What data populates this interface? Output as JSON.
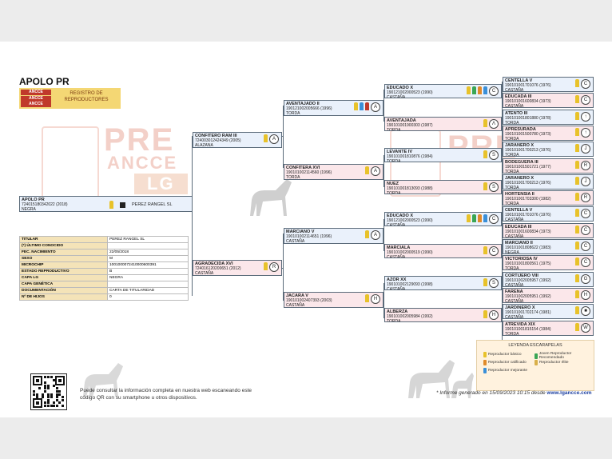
{
  "horse": {
    "name": "APOLO PR"
  },
  "logo": {
    "flag1": "ANCCE",
    "flag2": "ANCCE",
    "flag3": "ANCCE",
    "registry": "REGISTRO DE REPRODUCTORES"
  },
  "watermark": {
    "line1": "PRE",
    "line2": "ANCCE",
    "line3": "LG"
  },
  "subject": {
    "name": "APOLO PR",
    "id": "724015180342022 (2018)",
    "color": "NEGRA",
    "owner": "PEREZ RANGEL SL"
  },
  "gen1": [
    {
      "name": "CONFITERO RAM III",
      "id": "724003012424349 (2005)",
      "color": "ALAZANA"
    },
    {
      "name": "AGRADECIDA XVI",
      "id": "724016120200651 (2012)",
      "color": "CASTAÑA"
    }
  ],
  "gen2": [
    {
      "name": "AVENTAJADO II",
      "id": "190121002005666 (1996)",
      "color": "TORDA"
    },
    {
      "name": "CONFITERA XVI",
      "id": "190101002114560 (1996)",
      "color": "TORDA"
    },
    {
      "name": "MARCIANO V",
      "id": "190101002114651 (1996)",
      "color": "CASTAÑA"
    },
    {
      "name": "JACARA V",
      "id": "190101002407393 (2003)",
      "color": "CASTAÑA"
    }
  ],
  "gen3": [
    {
      "name": "EDUCADO X",
      "id": "190121002000523 (1990)",
      "color": "CASTAÑA"
    },
    {
      "name": "AVENTAJADA",
      "id": "190101001900303 (1987)",
      "color": "TORDA"
    },
    {
      "name": "LEVANTE IV",
      "id": "190101001810876 (1984)",
      "color": "TORDA"
    },
    {
      "name": "NUEZ",
      "id": "190101001813093 (1988)",
      "color": "TORDA"
    },
    {
      "name": "EDUCADO X",
      "id": "190121002000523 (1990)",
      "color": "CASTAÑA"
    },
    {
      "name": "MARCIALA",
      "id": "190101002000519 (1990)",
      "color": "CASTAÑA"
    },
    {
      "name": "AZOR XX",
      "id": "190101002129093 (1998)",
      "color": "CASTAÑA"
    },
    {
      "name": "ALBERZA",
      "id": "190101002005984 (1992)",
      "color": "TORDA"
    }
  ],
  "gen4": [
    {
      "name": "CENTELLA V",
      "id": "190101001701076 (1976)",
      "color": "CASTAÑA"
    },
    {
      "name": "EDUCADA III",
      "id": "190101001600834 (1973)",
      "color": "CASTAÑA"
    },
    {
      "name": "ATENTO III",
      "id": "190101001801880 (1978)",
      "color": "TORDA"
    },
    {
      "name": "APRESURADA",
      "id": "190101001500780 (1973)",
      "color": "TORDA"
    },
    {
      "name": "JARANERO X",
      "id": "190101001700213 (1976)",
      "color": "TORDA"
    },
    {
      "name": "BODEGUERA III",
      "id": "190101001501721 (1977)",
      "color": "TORDA"
    },
    {
      "name": "JARANERO X",
      "id": "190101001700213 (1976)",
      "color": "TORDA"
    },
    {
      "name": "HORTENSIA II",
      "id": "190101001703300 (1982)",
      "color": "TORDA"
    },
    {
      "name": "CENTELLA V",
      "id": "190101001701076 (1976)",
      "color": "CASTAÑA"
    },
    {
      "name": "EDUCADA III",
      "id": "190101001600834 (1973)",
      "color": "CASTAÑA"
    },
    {
      "name": "MARCIANO II",
      "id": "190101001808622 (1983)",
      "color": "NEGRA"
    },
    {
      "name": "VICTORIOSA IV",
      "id": "190101001800561 (1975)",
      "color": "TORDA"
    },
    {
      "name": "CORTIJERO VIII",
      "id": "190101002005957 (1992)",
      "color": "CASTAÑA"
    },
    {
      "name": "FARENA",
      "id": "190101002005951 (1992)",
      "color": "CASTAÑA"
    },
    {
      "name": "JARDINERO X",
      "id": "190101001702174 (1981)",
      "color": "CASTAÑA"
    },
    {
      "name": "ATREVIDA XIX",
      "id": "190101001815154 (1984)",
      "color": "TORDA"
    }
  ],
  "table": [
    {
      "k": "TITULAR",
      "v": "PEREZ RANGEL SL"
    },
    {
      "k": "(*) ÚLTIMO CONOCIDO",
      "v": ""
    },
    {
      "k": "FEC. NACIMIENTO",
      "v": "22/05/2018"
    },
    {
      "k": "SEXO",
      "v": "M"
    },
    {
      "k": "MICROCHIP",
      "v": "1001000072410000600391"
    },
    {
      "k": "ESTADO REPRODUCTIVO",
      "v": "B"
    },
    {
      "k": "CAPA LG",
      "v": "NEGRA"
    },
    {
      "k": "CAPA GENÉTICA",
      "v": ""
    },
    {
      "k": "DOCUMENTACIÓN",
      "v": "CARTA DE TITULARIDAD"
    },
    {
      "k": "Nº DE HIJOS",
      "v": "0"
    }
  ],
  "legend": {
    "title": "LEYENDA ESCARAPELAS",
    "items": [
      {
        "label": "Reproductor básico",
        "color": "#e8c22a"
      },
      {
        "label": "Joven Reproductor Recomendado",
        "color": "#3aa655"
      },
      {
        "label": "Reproductor calificado",
        "color": "#e08a2a"
      },
      {
        "label": "Reproductor élite",
        "color": "#d9b04a"
      },
      {
        "label": "Reproductor mejorante",
        "color": "#3a8fd8"
      }
    ]
  },
  "footer": {
    "qr_text": "Puede consultar la información completa en nuestra web escaneando este código QR con su smartphone u otros dispositivos.",
    "generated": "* Informe generado en 15/09/2023 10:15 desde",
    "site": "www.lgancce.com"
  }
}
